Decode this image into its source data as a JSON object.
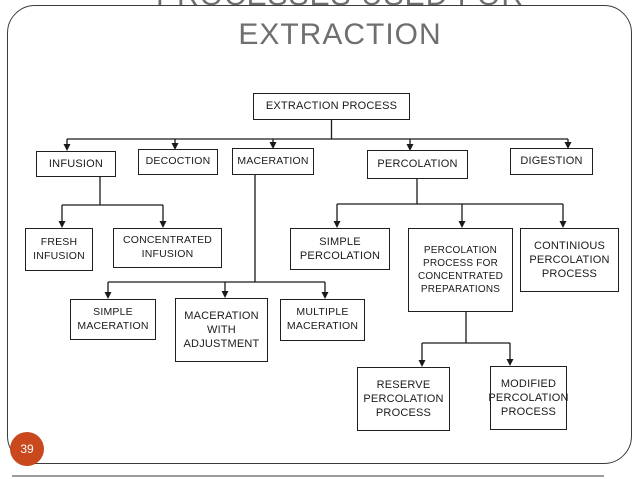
{
  "slide": {
    "title_line1": "PROCESSES USED FOR",
    "title_line2": "EXTRACTION",
    "page_number": "39"
  },
  "colors": {
    "accent_badge": "#C9481D",
    "title_gray": "#6F6F6F",
    "box_border": "#1F1F1F",
    "connector": "#1A1A1A"
  },
  "diagram": {
    "type": "flowchart-tree",
    "nodes": {
      "extraction_process": {
        "label": "EXTRACTION PROCESS"
      },
      "infusion": {
        "label": "INFUSION"
      },
      "decoction": {
        "label": "DECOCTION"
      },
      "maceration": {
        "label": "MACERATION"
      },
      "percolation": {
        "label": "PERCOLATION"
      },
      "digestion": {
        "label": "DIGESTION"
      },
      "fresh_infusion": {
        "label": "FRESH INFUSION"
      },
      "concentrated_infusion": {
        "label": "CONCENTRATED INFUSION"
      },
      "simple_maceration": {
        "label": "SIMPLE MACERATION"
      },
      "maceration_with_adjustment": {
        "label": "MACERATION WITH ADJUSTMENT"
      },
      "multiple_maceration": {
        "label": "MULTIPLE MACERATION"
      },
      "simple_percolation": {
        "label": "SIMPLE PERCOLATION"
      },
      "percolation_concentrated": {
        "label": "PERCOLATION PROCESS FOR CONCENTRATED PREPARATIONS"
      },
      "continious_percolation": {
        "label": "CONTINIOUS PERCOLATION PROCESS"
      },
      "reserve_percolation": {
        "label": "RESERVE PERCOLATION PROCESS"
      },
      "modified_percolation": {
        "label": "MODIFIED PERCOLATION PROCESS"
      }
    },
    "edges": [
      [
        "extraction_process",
        "infusion"
      ],
      [
        "extraction_process",
        "decoction"
      ],
      [
        "extraction_process",
        "maceration"
      ],
      [
        "extraction_process",
        "percolation"
      ],
      [
        "extraction_process",
        "digestion"
      ],
      [
        "infusion",
        "fresh_infusion"
      ],
      [
        "infusion",
        "concentrated_infusion"
      ],
      [
        "maceration",
        "simple_maceration"
      ],
      [
        "maceration",
        "maceration_with_adjustment"
      ],
      [
        "maceration",
        "multiple_maceration"
      ],
      [
        "percolation",
        "simple_percolation"
      ],
      [
        "percolation",
        "percolation_concentrated"
      ],
      [
        "percolation",
        "continious_percolation"
      ],
      [
        "percolation_concentrated",
        "reserve_percolation"
      ],
      [
        "percolation_concentrated",
        "modified_percolation"
      ]
    ]
  }
}
